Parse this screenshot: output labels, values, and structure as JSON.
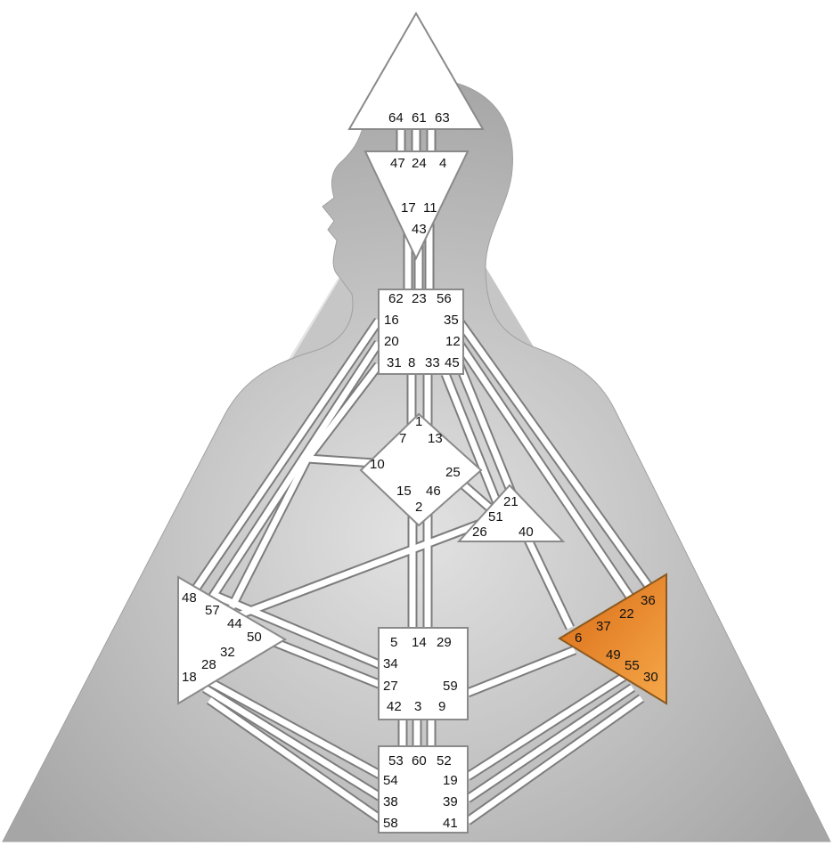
{
  "colors": {
    "background": "#ffffff",
    "triangle": "#9a9a9a",
    "figure": "#b5b5b5",
    "center_fill": "#ffffff",
    "defined_center_gradient_start": "#d96a14",
    "defined_center_gradient_end": "#f6a84a"
  },
  "centers": {
    "head": {
      "defined": false,
      "gates": [
        "64",
        "61",
        "63"
      ]
    },
    "ajna": {
      "defined": false,
      "gates": [
        "47",
        "24",
        "4",
        "17",
        "11",
        "43"
      ]
    },
    "throat": {
      "defined": false,
      "gates": [
        "62",
        "23",
        "56",
        "16",
        "35",
        "20",
        "12",
        "31",
        "8",
        "33",
        "45"
      ]
    },
    "g": {
      "defined": false,
      "gates": [
        "1",
        "7",
        "13",
        "10",
        "25",
        "15",
        "46",
        "2"
      ]
    },
    "heart": {
      "defined": false,
      "gates": [
        "21",
        "51",
        "26",
        "40"
      ]
    },
    "spleen": {
      "defined": false,
      "gates": [
        "48",
        "57",
        "44",
        "50",
        "32",
        "28",
        "18"
      ]
    },
    "sacral": {
      "defined": false,
      "gates": [
        "5",
        "14",
        "29",
        "34",
        "27",
        "59",
        "42",
        "3",
        "9"
      ]
    },
    "solar_plexus": {
      "defined": true,
      "gates": [
        "36",
        "22",
        "37",
        "6",
        "49",
        "55",
        "30"
      ]
    },
    "root": {
      "defined": false,
      "gates": [
        "53",
        "60",
        "52",
        "54",
        "19",
        "38",
        "39",
        "58",
        "41"
      ]
    }
  }
}
